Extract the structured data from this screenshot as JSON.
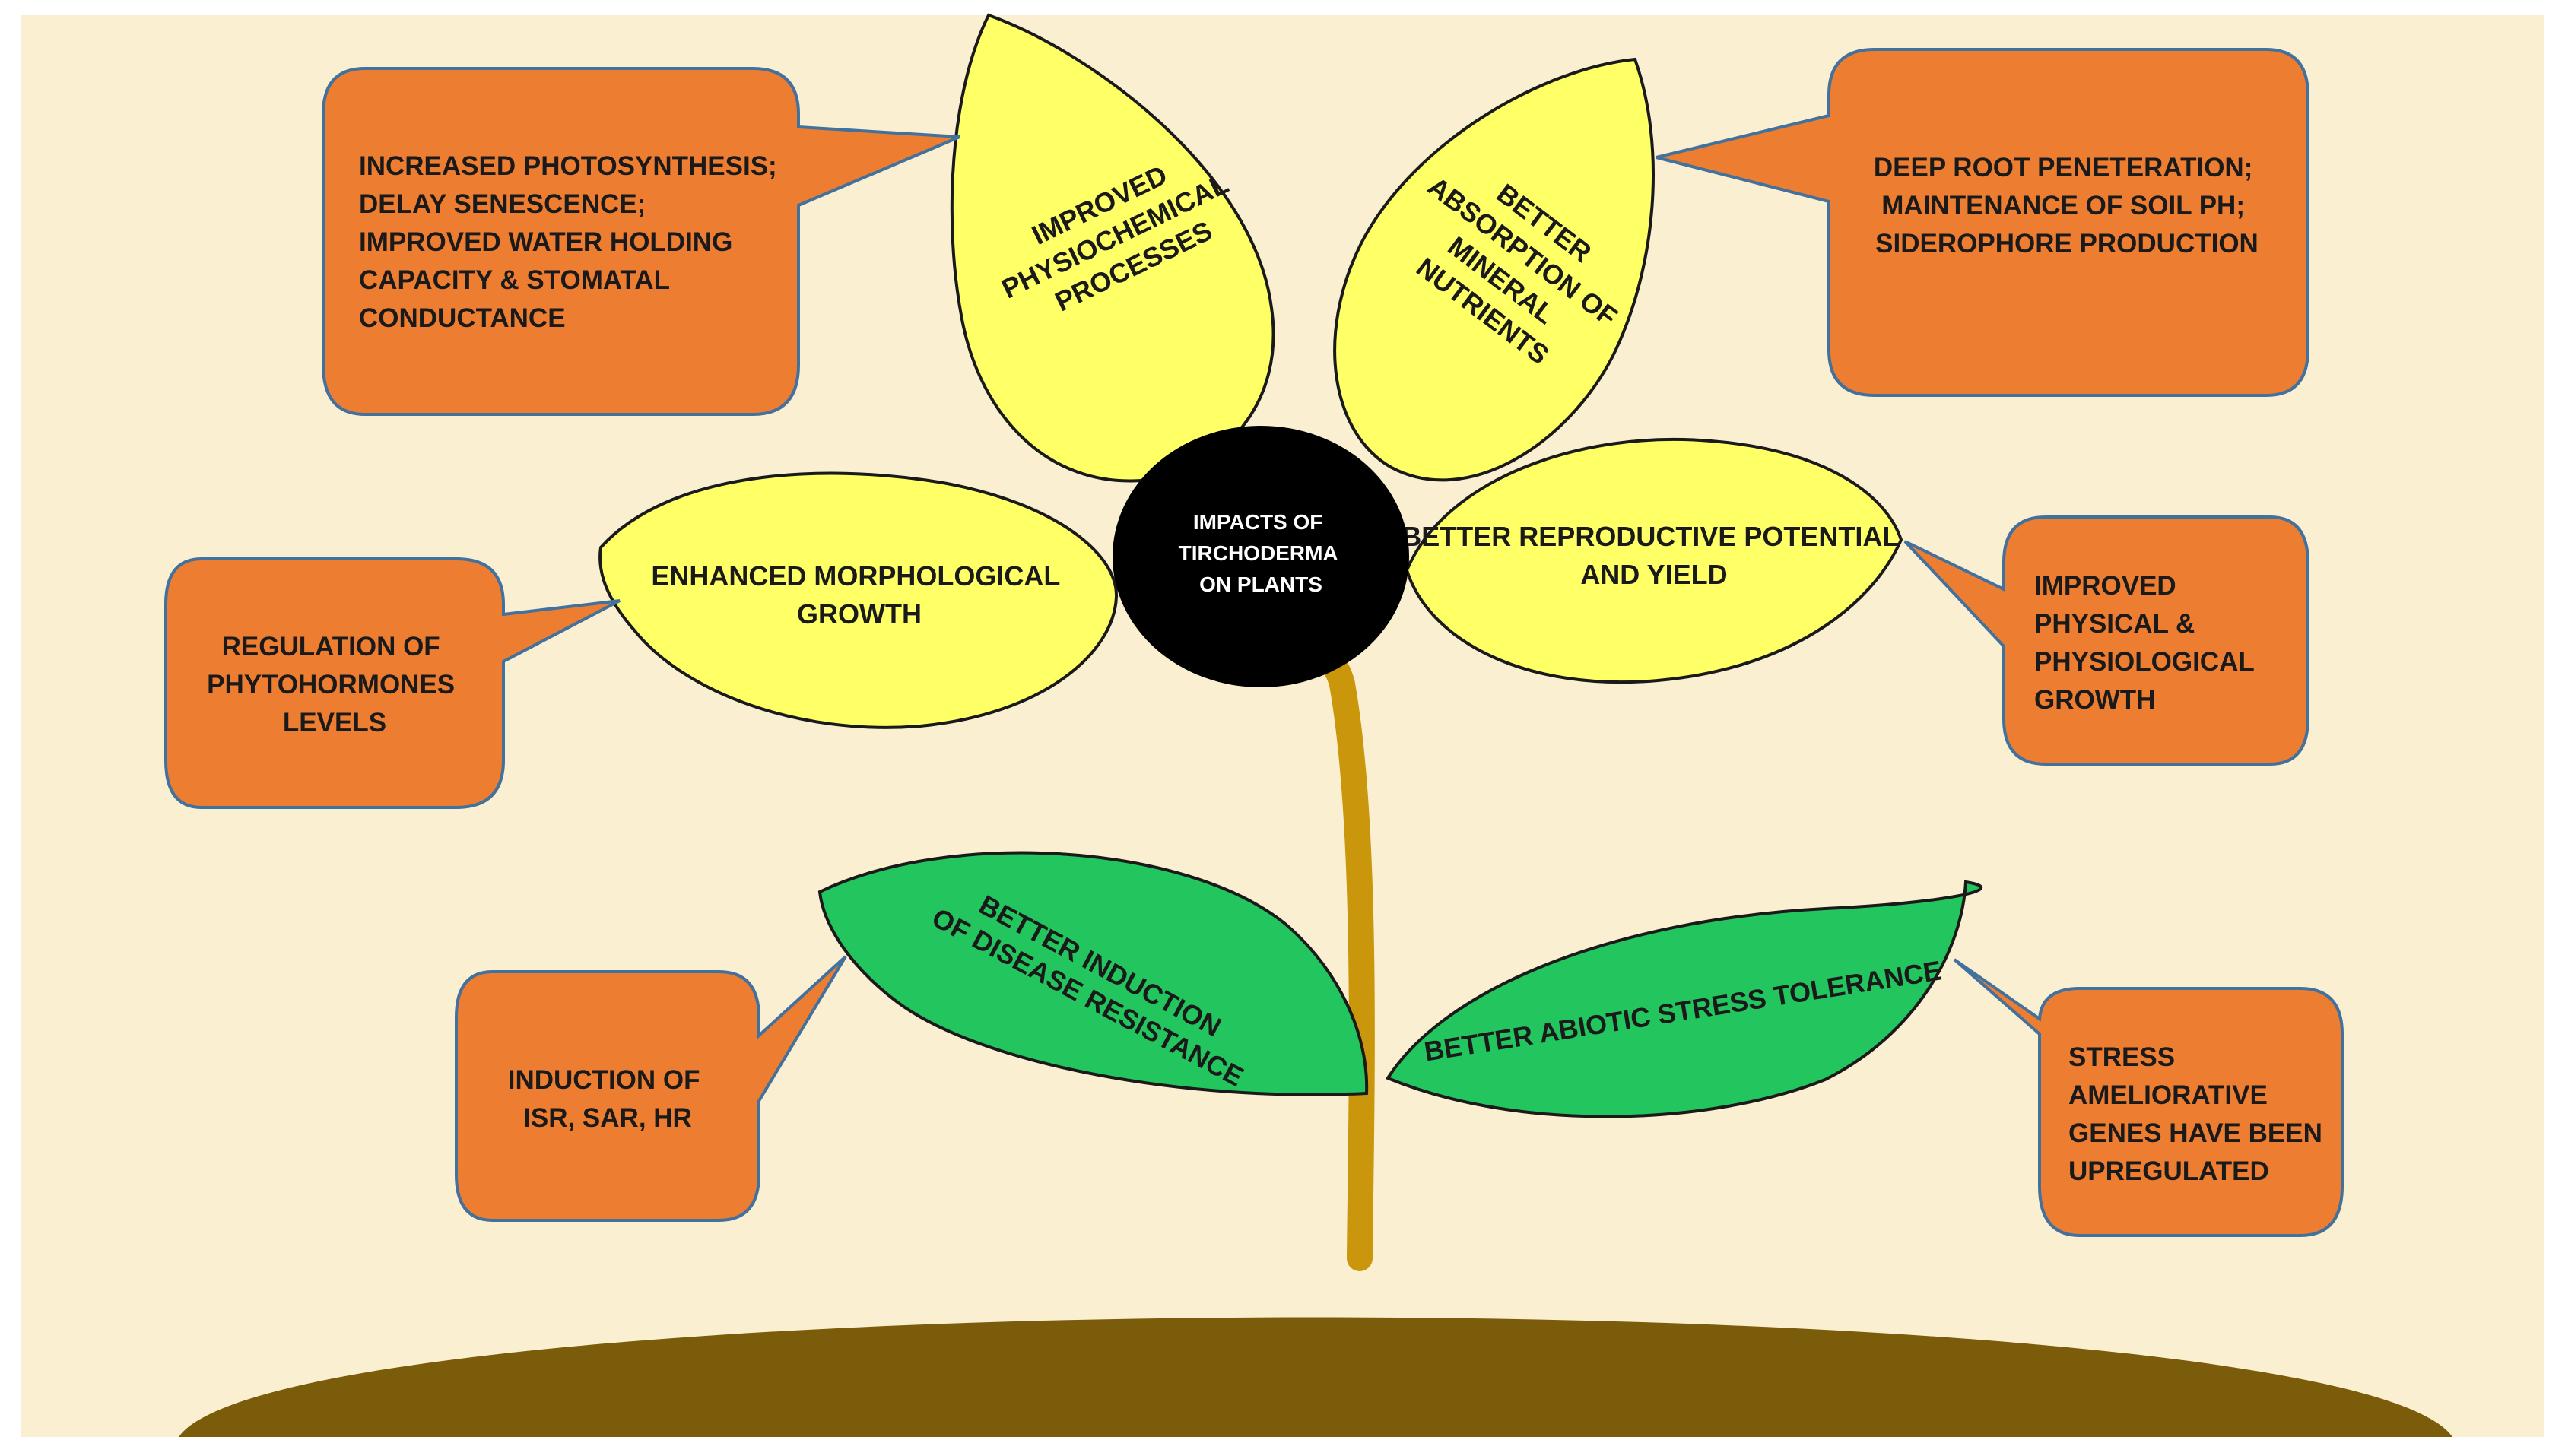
{
  "colors": {
    "background": "#fbefd2",
    "callout_fill": "#ed7d31",
    "callout_stroke": "#41719c",
    "petal_fill": "#ffff66",
    "leaf_fill": "#22c55e",
    "center_fill": "#000000",
    "stem": "#c9960c",
    "soil": "#7a5c0a"
  },
  "center": {
    "lines": [
      "IMPACTS OF",
      "TIRCHODERMA",
      "ON PLANTS"
    ]
  },
  "petals": [
    {
      "id": "physiochemical",
      "lines": [
        "IMPROVED",
        "PHYSIOCHEMICAL",
        "PROCESSES"
      ]
    },
    {
      "id": "mineral",
      "lines": [
        "BETTER",
        "ABSORPTION OF",
        "MINERAL",
        "NUTRIENTS"
      ]
    },
    {
      "id": "morphological",
      "lines": [
        "ENHANCED MORPHOLOGICAL",
        "GROWTH"
      ]
    },
    {
      "id": "reproductive",
      "lines": [
        "BETTER REPRODUCTIVE POTENTIAL",
        "AND YIELD"
      ]
    }
  ],
  "leaves": [
    {
      "id": "disease",
      "lines": [
        "BETTER INDUCTION",
        "OF DISEASE RESISTANCE"
      ]
    },
    {
      "id": "abiotic",
      "lines": [
        "BETTER ABIOTIC STRESS TOLERANCE"
      ]
    }
  ],
  "callouts": [
    {
      "id": "photosynthesis",
      "lines": [
        "INCREASED PHOTOSYNTHESIS;",
        "DELAY SENESCENCE;",
        "IMPROVED WATER HOLDING",
        "CAPACITY & STOMATAL",
        "CONDUCTANCE"
      ]
    },
    {
      "id": "root",
      "lines": [
        "DEEP ROOT PENETERATION;",
        "MAINTENANCE OF SOIL PH;",
        "SIDEROPHORE PRODUCTION"
      ]
    },
    {
      "id": "phytohormones",
      "lines": [
        "REGULATION OF",
        "PHYTOHORMONES",
        "LEVELS"
      ]
    },
    {
      "id": "physical",
      "lines": [
        "IMPROVED",
        "PHYSICAL &",
        "PHYSIOLOGICAL",
        "GROWTH"
      ]
    },
    {
      "id": "isr",
      "lines": [
        "INDUCTION OF",
        "ISR, SAR, HR"
      ]
    },
    {
      "id": "stress-genes",
      "lines": [
        "STRESS",
        "AMELIORATIVE",
        "GENES HAVE BEEN",
        "UPREGULATED"
      ]
    }
  ]
}
